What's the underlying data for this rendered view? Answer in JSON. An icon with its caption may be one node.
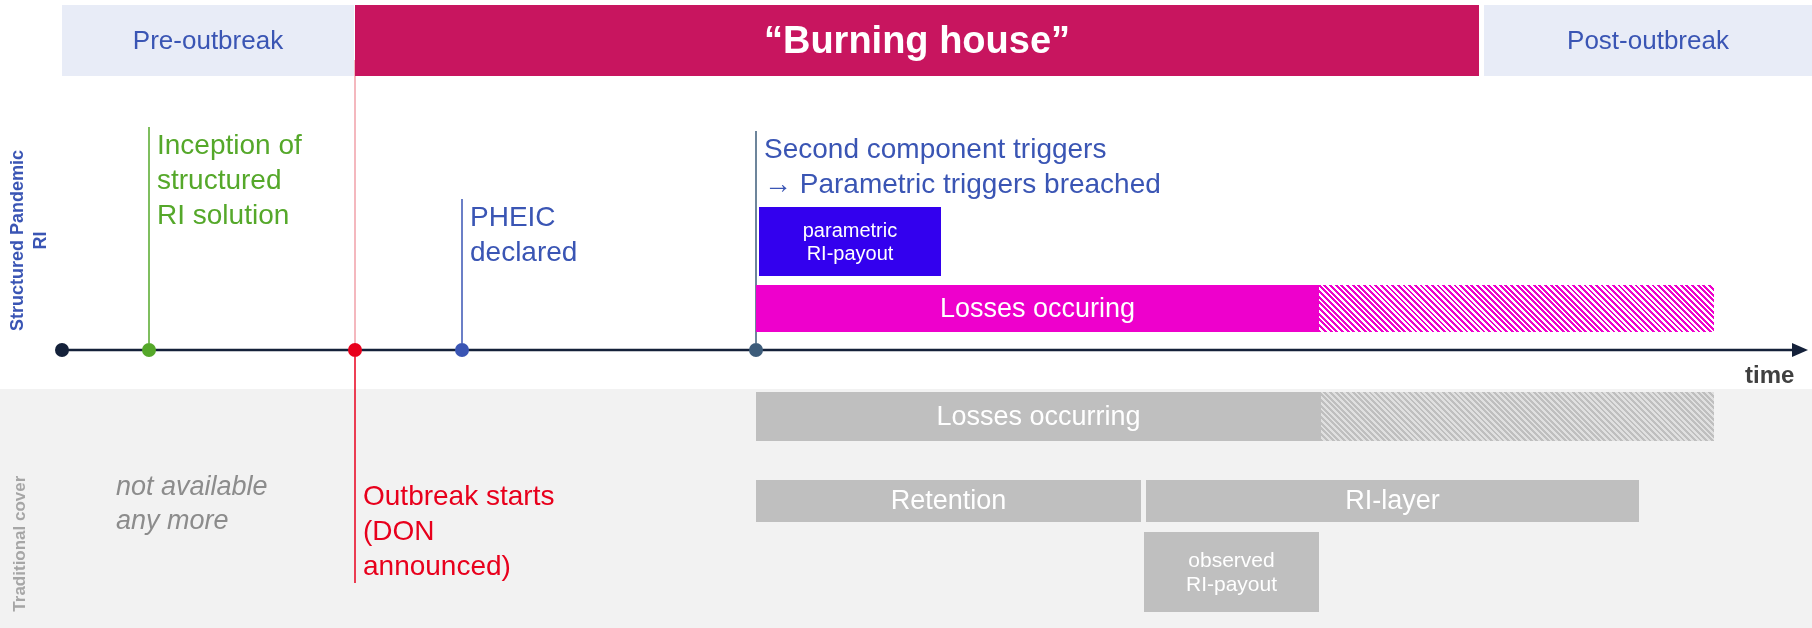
{
  "diagram": {
    "nodes": [
      {
        "text": [
          "Pre-outbreak"
        ]
      },
      {
        "text": [
          "“Burning house”"
        ]
      },
      {
        "text": [
          "Post-outbreak"
        ]
      },
      {
        "text": [
          "Inception of structured RI solution"
        ]
      },
      {
        "text": [
          "PHEIC declared"
        ]
      },
      {
        "text": [
          "Second component triggers",
          "→ Parametric triggers breached"
        ]
      },
      {
        "text": [
          "parametric RI-payout"
        ]
      },
      {
        "text": [
          "Losses occuring"
        ]
      },
      {
        "text": [],
        "shape": "circle"
      },
      {
        "text": [],
        "shape": "circle"
      },
      {
        "text": [],
        "shape": "circle"
      },
      {
        "text": [],
        "shape": "circle"
      },
      {
        "text": [],
        "shape": "circle"
      },
      {
        "text": [
          "Losses occurring"
        ]
      },
      {
        "text": [
          "Retention"
        ]
      },
      {
        "text": [
          "RI-layer"
        ]
      },
      {
        "text": [
          "Outbreak starts (DON announced)"
        ]
      },
      {
        "text": [
          "observed RI-payout"
        ]
      }
    ],
    "edges": [
      {
        "from": 3,
        "to": 9,
        "arrow": "none",
        "color": "#55a82a"
      },
      {
        "from": 16,
        "to": 10,
        "arrow": "none",
        "color": "#e8001c"
      },
      {
        "from": 4,
        "to": 11,
        "arrow": "none",
        "color": "#3a55b4"
      },
      {
        "from": 5,
        "to": 12,
        "arrow": "none",
        "color": "#3d5c7a"
      }
    ],
    "labels": [
      "Structured Pandemic RI",
      "time",
      "Traditional cover",
      "not available any more"
    ]
  }
}
